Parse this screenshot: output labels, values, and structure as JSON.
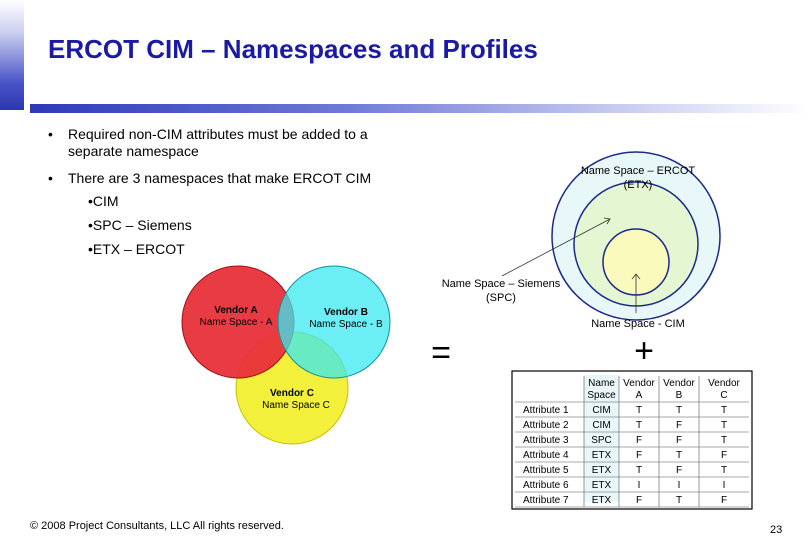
{
  "title": "ERCOT CIM – Namespaces and Profiles",
  "bullets": [
    {
      "text": "Required non-CIM attributes must be added to a separate namespace",
      "line1": "Required non-CIM attributes must be added to a",
      "line2": "separate namespace"
    },
    {
      "text": "There are 3 namespaces that make ERCOT CIM",
      "line1": "There are 3 namespaces that make ERCOT CIM",
      "line2": ""
    }
  ],
  "sub_bullets": [
    "•CIM",
    "•SPC – Siemens",
    "•ETX – ERCOT"
  ],
  "venn": {
    "a": {
      "vendor": "Vendor A",
      "namespace": "Name Space - A",
      "color": "#e8303a"
    },
    "b": {
      "vendor": "Vendor B",
      "namespace": "Name Space - B",
      "color": "#3ae8f0"
    },
    "c": {
      "vendor": "Vendor C",
      "namespace": "Name Space   C",
      "color": "#f2f03a"
    }
  },
  "equals": "=",
  "plus": "+",
  "nested": {
    "ercot_label_1": "Name Space – ERCOT",
    "ercot_label_2": "(ETX)",
    "siemens_label_1": "Name Space – Siemens",
    "siemens_label_2": "(SPC)",
    "cim_label": "Name Space - CIM",
    "colors": {
      "outer": "#e8f8f8",
      "middle": "#e4f6d2",
      "inner": "#fafabd",
      "stroke": "#1c2a8a"
    }
  },
  "table": {
    "headers": [
      {
        "line1": "Name",
        "line2": "Space"
      },
      {
        "line1": "Vendor",
        "line2": "A"
      },
      {
        "line1": "Vendor",
        "line2": "B"
      },
      {
        "line1": "Vendor",
        "line2": "C"
      }
    ],
    "rows": [
      {
        "attr": "Attribute 1",
        "ns": "CIM",
        "a": "T",
        "b": "T",
        "c": "T"
      },
      {
        "attr": "Attribute 2",
        "ns": "CIM",
        "a": "T",
        "b": "F",
        "c": "T"
      },
      {
        "attr": "Attribute 3",
        "ns": "SPC",
        "a": "F",
        "b": "F",
        "c": "T"
      },
      {
        "attr": "Attribute 4",
        "ns": "ETX",
        "a": "F",
        "b": "T",
        "c": "F"
      },
      {
        "attr": "Attribute 5",
        "ns": "ETX",
        "a": "T",
        "b": "F",
        "c": "T"
      },
      {
        "attr": "Attribute 6",
        "ns": "ETX",
        "a": "I",
        "b": "I",
        "c": "I"
      },
      {
        "attr": "Attribute 7",
        "ns": "ETX",
        "a": "F",
        "b": "T",
        "c": "F"
      }
    ]
  },
  "footer": "© 2008 Project Consultants, LLC All rights reserved.",
  "page_number": "23"
}
